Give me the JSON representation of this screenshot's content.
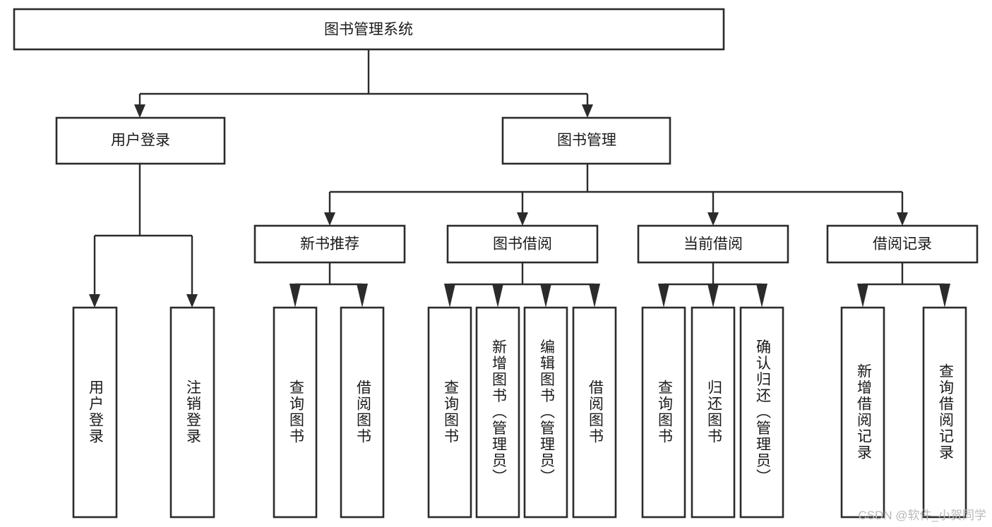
{
  "diagram": {
    "type": "tree-hierarchy",
    "title": "图书管理系统",
    "orientation": "top-down",
    "watermark": "CSDN @软件_小贺同学",
    "levels": 3,
    "nodes": {
      "root": {
        "label": "图书管理系统",
        "level": 0,
        "text_orientation": "horizontal"
      },
      "l1": [
        {
          "id": "user-login",
          "label": "用户登录",
          "level": 1,
          "text_orientation": "horizontal"
        },
        {
          "id": "book-manage",
          "label": "图书管理",
          "level": 1,
          "text_orientation": "horizontal"
        }
      ],
      "l2": [
        {
          "id": "new-book-rec",
          "label": "新书推荐",
          "level": 2,
          "parent": "book-manage",
          "text_orientation": "horizontal"
        },
        {
          "id": "book-borrow",
          "label": "图书借阅",
          "level": 2,
          "parent": "book-manage",
          "text_orientation": "horizontal"
        },
        {
          "id": "current-borrow",
          "label": "当前借阅",
          "level": 2,
          "parent": "book-manage",
          "text_orientation": "horizontal"
        },
        {
          "id": "borrow-record",
          "label": "借阅记录",
          "level": 2,
          "parent": "book-manage",
          "text_orientation": "horizontal"
        }
      ],
      "leaves": [
        {
          "id": "leaf-user-login",
          "label": "用户登录",
          "parent": "user-login",
          "text_orientation": "vertical"
        },
        {
          "id": "leaf-user-logout",
          "label": "注销登录",
          "parent": "user-login",
          "text_orientation": "vertical"
        },
        {
          "id": "leaf-rec-query",
          "label": "查询图书",
          "parent": "new-book-rec",
          "text_orientation": "vertical"
        },
        {
          "id": "leaf-rec-borrow",
          "label": "借阅图书",
          "parent": "new-book-rec",
          "text_orientation": "vertical"
        },
        {
          "id": "leaf-borrow-query",
          "label": "查询图书",
          "parent": "book-borrow",
          "text_orientation": "vertical"
        },
        {
          "id": "leaf-borrow-add",
          "label": "新增图书（管理员）",
          "parent": "book-borrow",
          "text_orientation": "vertical"
        },
        {
          "id": "leaf-borrow-edit",
          "label": "编辑图书（管理员）",
          "parent": "book-borrow",
          "text_orientation": "vertical"
        },
        {
          "id": "leaf-borrow-lend",
          "label": "借阅图书",
          "parent": "book-borrow",
          "text_orientation": "vertical"
        },
        {
          "id": "leaf-current-query",
          "label": "查询图书",
          "parent": "current-borrow",
          "text_orientation": "vertical"
        },
        {
          "id": "leaf-current-return",
          "label": "归还图书",
          "parent": "current-borrow",
          "text_orientation": "vertical"
        },
        {
          "id": "leaf-current-confirm",
          "label": "确认归还（管理员）",
          "parent": "current-borrow",
          "text_orientation": "vertical"
        },
        {
          "id": "leaf-record-add",
          "label": "新增借阅记录",
          "parent": "borrow-record",
          "text_orientation": "vertical"
        },
        {
          "id": "leaf-record-query",
          "label": "查询借阅记录",
          "parent": "borrow-record",
          "text_orientation": "vertical"
        }
      ]
    },
    "colors": {
      "box_fill": "#ffffff",
      "box_stroke": "#2b2b2b",
      "text": "#1a1a1a",
      "connector": "#2b2b2b",
      "watermark": "#b9b9b9",
      "background": "#ffffff"
    }
  }
}
